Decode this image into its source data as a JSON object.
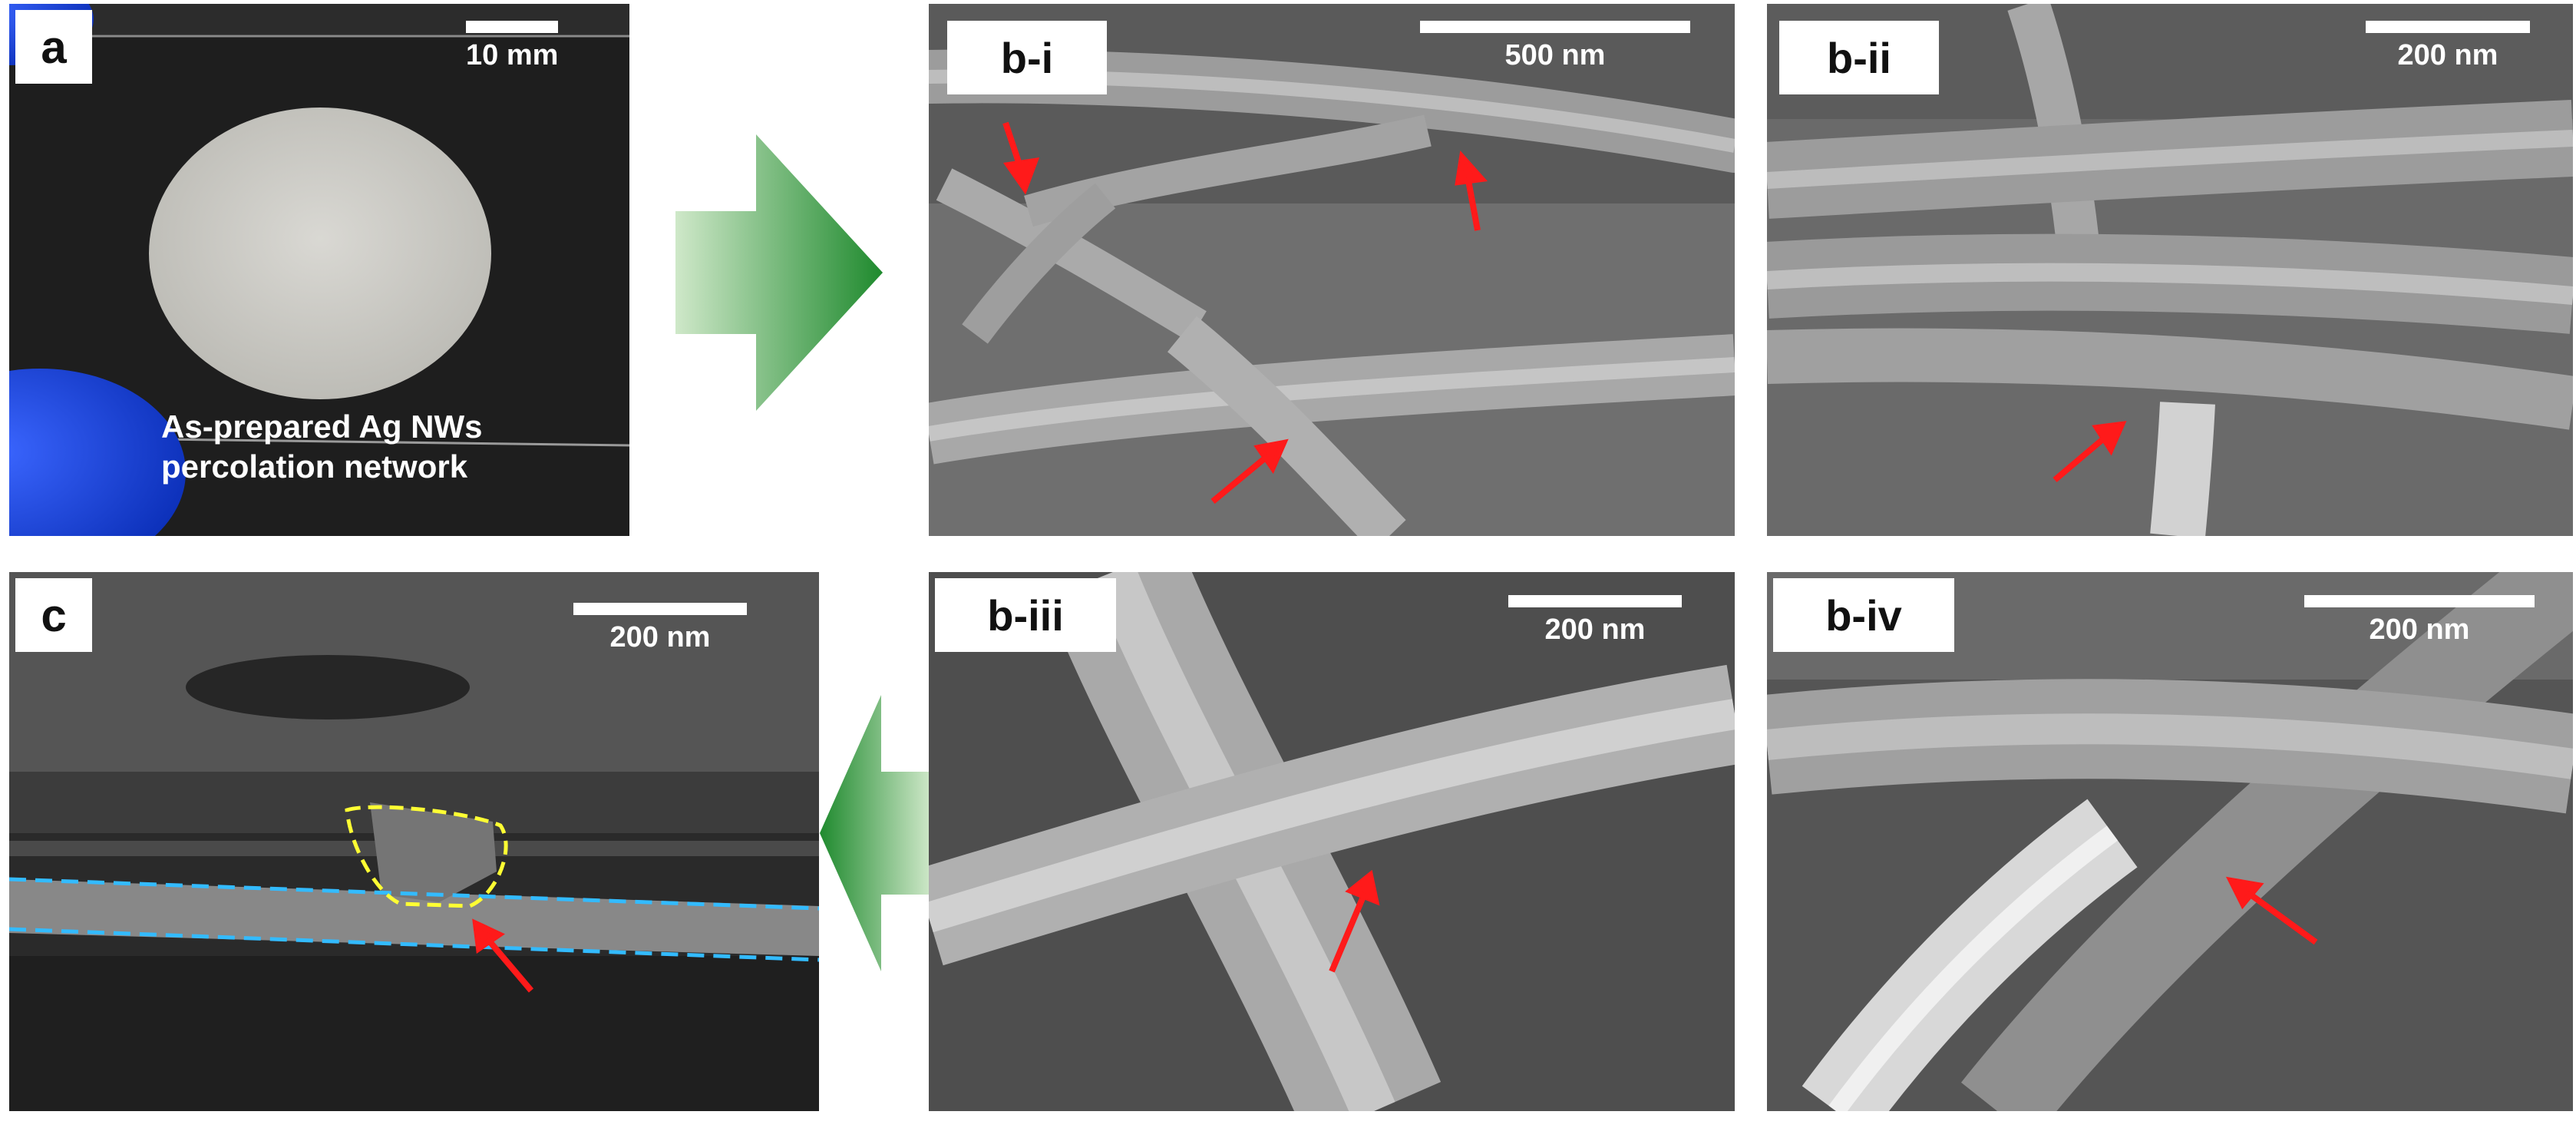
{
  "panels": {
    "a": {
      "label": "a",
      "scale": "10 mm",
      "caption_line1": "As-prepared Ag NWs",
      "caption_line2": "percolation network"
    },
    "b_i": {
      "label": "b-i",
      "scale": "500 nm"
    },
    "b_ii": {
      "label": "b-ii",
      "scale": "200 nm"
    },
    "b_iii": {
      "label": "b-iii",
      "scale": "200 nm"
    },
    "b_iv": {
      "label": "b-iv",
      "scale": "200 nm"
    },
    "c": {
      "label": "c",
      "scale": "200 nm"
    }
  },
  "colors": {
    "annotation_arrow": "#ff1a1a",
    "junction_outline": "#ffff33",
    "wire_outline": "#33bbff",
    "flow_arrow": "#2e9a3e"
  }
}
